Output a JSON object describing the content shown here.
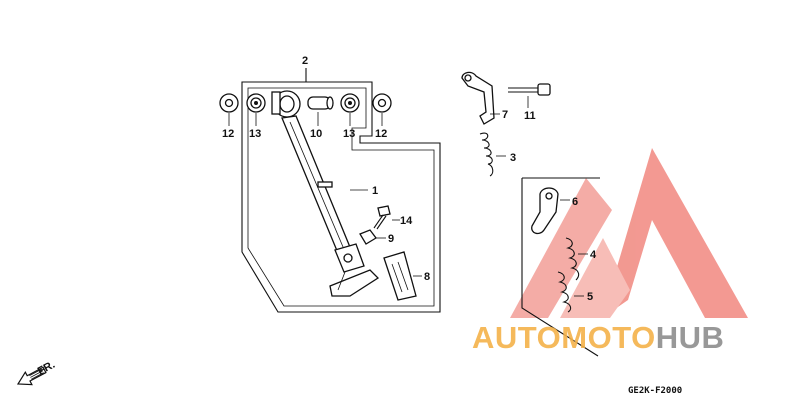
{
  "callouts": {
    "c1": "1",
    "c2": "2",
    "c3": "3",
    "c4": "4",
    "c5": "5",
    "c6": "6",
    "c7": "7",
    "c8": "8",
    "c9": "9",
    "c10": "10",
    "c11": "11",
    "c12_left": "12",
    "c12_right": "12",
    "c13_left": "13",
    "c13_right": "13",
    "c14": "14"
  },
  "direction_label": "FR.",
  "diagram_code": "GE2K-F2000",
  "watermark": {
    "part1": "AUTO",
    "part2": "MOTO",
    "part3": "HUB",
    "color_orange": "#f4b24a",
    "color_red": "#ee6a5e",
    "color_gray": "#8d8d8d"
  }
}
